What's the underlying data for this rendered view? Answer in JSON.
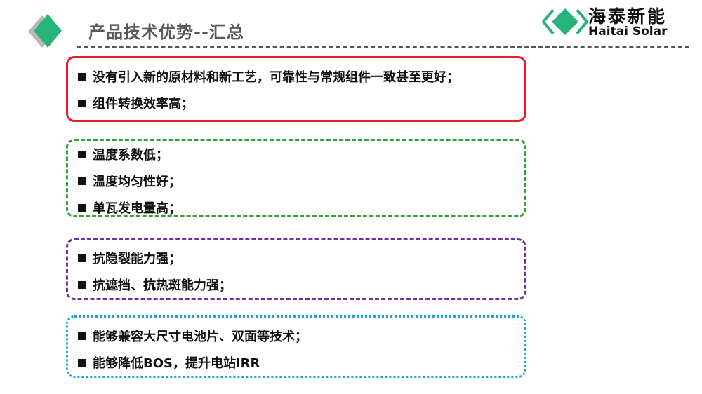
{
  "title": "产品技术优势--汇总",
  "logo": {
    "cn": "海泰新能",
    "en": "Haitai Solar"
  },
  "groups": [
    {
      "color": "#e81c24",
      "style": "solid",
      "items": [
        "没有引入新的原材料和新工艺，可靠性与常规组件一致甚至更好；",
        "组件转换效率高；"
      ]
    },
    {
      "color": "#2ea336",
      "style": "dashed",
      "items": [
        "温度系数低；",
        "温度均匀性好；",
        "单瓦发电量高；"
      ]
    },
    {
      "color": "#7030a0",
      "style": "dashed",
      "items": [
        "抗隐裂能力强；",
        "抗遮挡、抗热斑能力强；"
      ]
    },
    {
      "color": "#1aa3e0",
      "style": "dotted",
      "items": [
        "能够兼容大尺寸电池片、双面等技术；",
        "能够降低BOS，提升电站IRR"
      ]
    }
  ]
}
